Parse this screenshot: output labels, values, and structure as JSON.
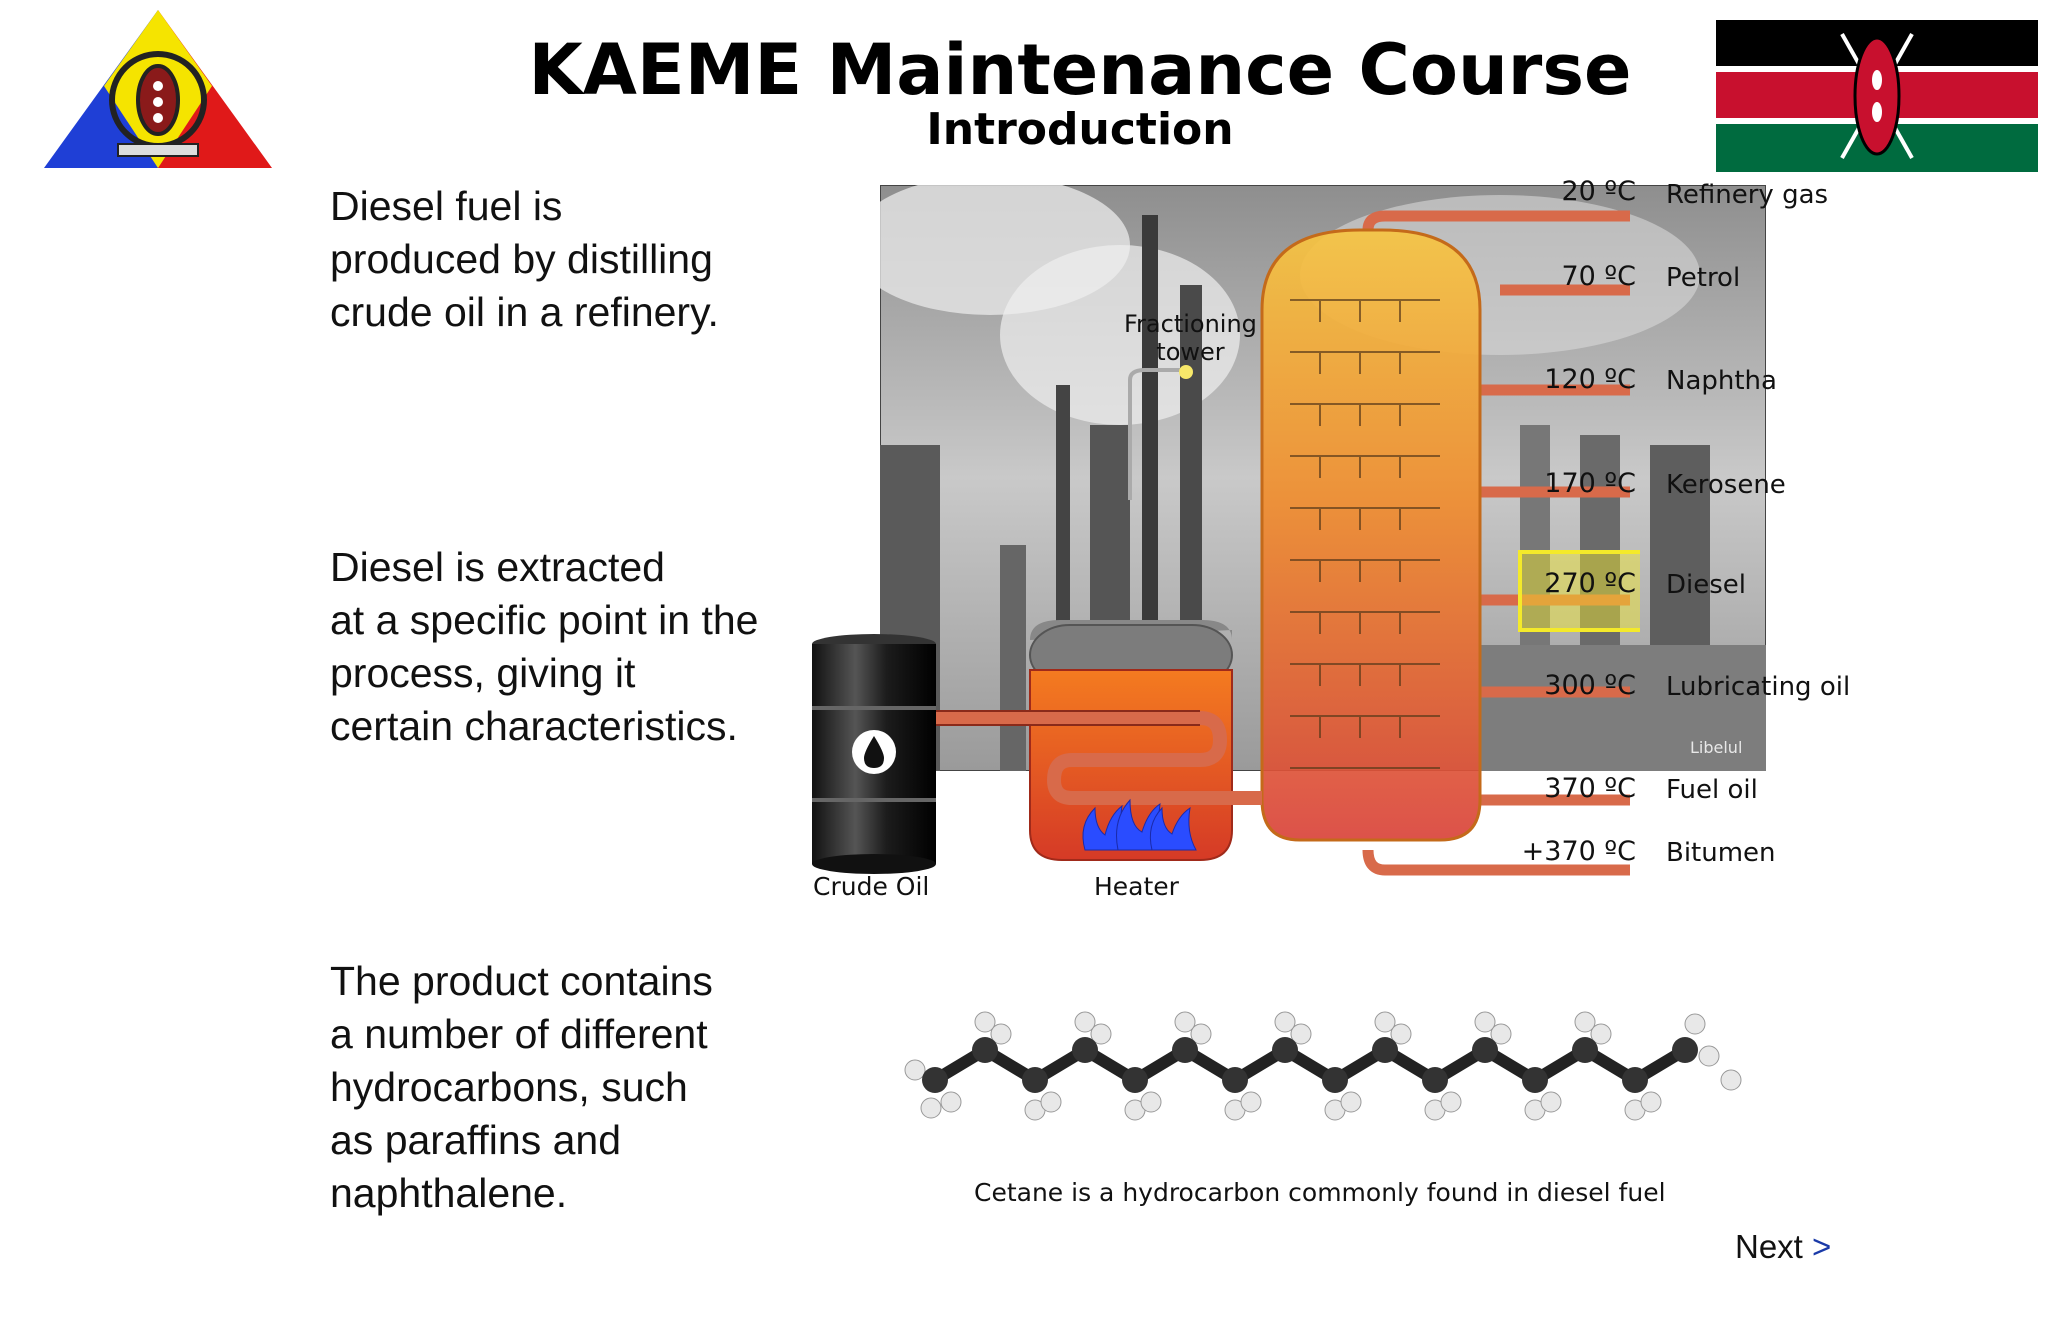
{
  "header": {
    "title": "KAEME Maintenance Course",
    "subtitle": "Introduction"
  },
  "paragraphs": [
    "Diesel fuel is\nproduced by distilling\ncrude oil in a refinery.",
    "Diesel is extracted\nat a specific point in the\nprocess, giving it\ncertain characteristics.",
    "The product contains\na number of different\nhydrocarbons, such\nas paraffins and\nnaphthalene."
  ],
  "diagram": {
    "tower_label": "Fractioning\ntower",
    "crude_oil_label": "Crude Oil",
    "heater_label": "Heater",
    "watermark": "Libelul",
    "fractions": [
      {
        "temp": "20 ºC",
        "name": "Refinery gas"
      },
      {
        "temp": "70 ºC",
        "name": "Petrol"
      },
      {
        "temp": "120 ºC",
        "name": "Naphtha"
      },
      {
        "temp": "170 ºC",
        "name": "Kerosene"
      },
      {
        "temp": "270 ºC",
        "name": "Diesel"
      },
      {
        "temp": "300 ºC",
        "name": "Lubricating oil"
      },
      {
        "temp": "370 ºC",
        "name": "Fuel oil"
      },
      {
        "temp": "+370 ºC",
        "name": "Bitumen"
      }
    ],
    "highlight_fraction": "Diesel",
    "highlight_color": "#f4ea2a"
  },
  "molecule": {
    "caption": "Cetane is a hydrocarbon commonly found in diesel fuel"
  },
  "nav": {
    "next_label": "Next",
    "next_chevron": ">"
  },
  "icons": {
    "emblem": "kaeme-emblem-icon",
    "flag": "kenya-flag-icon",
    "barrel": "oil-barrel-icon",
    "flame": "flame-icon"
  },
  "colors": {
    "flag_black": "#000000",
    "flag_red": "#c8102e",
    "flag_green": "#006b3f",
    "tower_top": "#f6b73c",
    "tower_bottom": "#d9433a",
    "pipe": "#d86a4a",
    "next_chevron": "#1a3aa8"
  }
}
